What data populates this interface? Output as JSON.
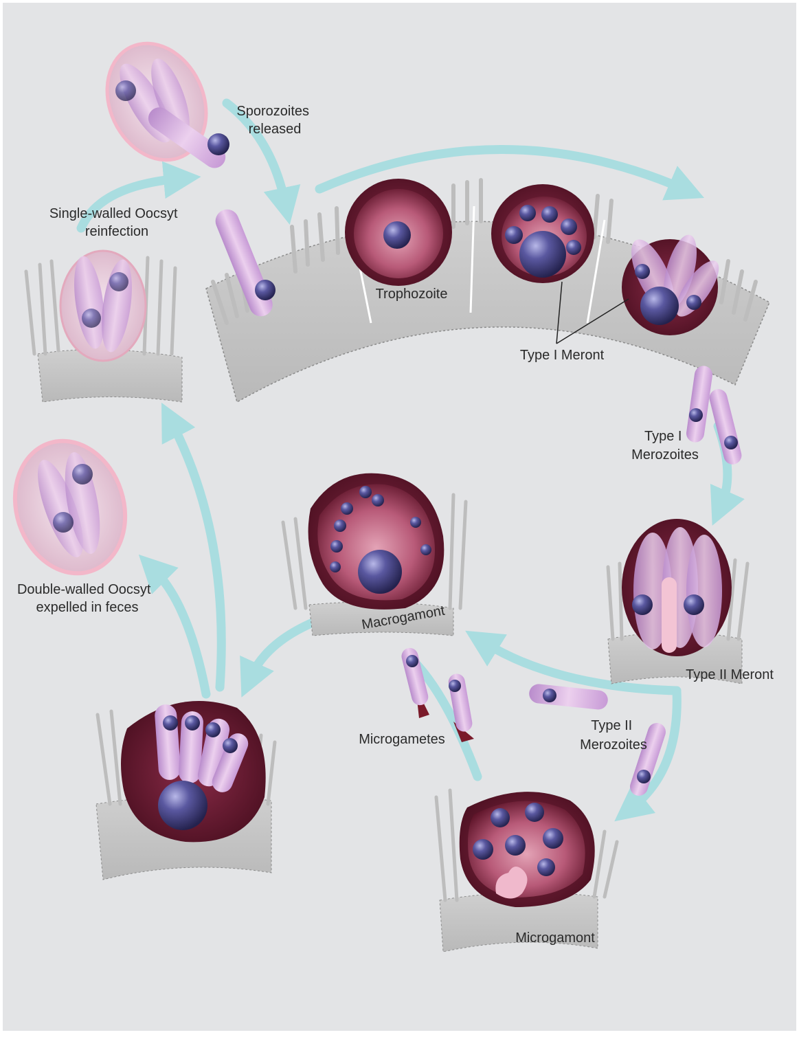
{
  "colors": {
    "background": "#e3e4e6",
    "arrow": "#a9dde0",
    "epithelium": "#c8c8c8",
    "vacuole": "#6e1f33",
    "zoite": "#d9a9d6",
    "nucleus": "#3f3c78",
    "oocyst_wall": "#f3b7c9"
  },
  "labels": {
    "sporozoites": [
      "Sporozoites",
      "released"
    ],
    "single_walled": [
      "Single-walled Oocsyt",
      "reinfection"
    ],
    "trophozoite": "Trophozoite",
    "type1_meront": "Type I Meront",
    "type1_merozoites": [
      "Type I",
      "Merozoites"
    ],
    "double_walled": [
      "Double-walled Oocsyt",
      "expelled in feces"
    ],
    "macrogamont": "Macrogamont",
    "type2_meront": "Type II Meront",
    "microgametes": "Microgametes",
    "type2_merozoites": [
      "Type II",
      "Merozoites"
    ],
    "microgamont": "Microgamont"
  }
}
